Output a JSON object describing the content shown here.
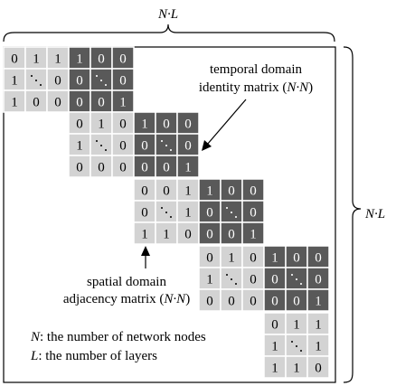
{
  "dimension_labels": {
    "top": "N·L",
    "right": "N·L"
  },
  "annotations": {
    "temporal": {
      "line1": "temporal domain",
      "line2_prefix": "identity matrix (",
      "line2_var": "N·N",
      "line2_suffix": ")"
    },
    "spatial": {
      "line1": "spatial domain",
      "line2_prefix": "adjacency matrix (",
      "line2_var": "N·N",
      "line2_suffix": ")"
    }
  },
  "legend": [
    {
      "var": "N",
      "text": ": the number of network nodes"
    },
    {
      "var": "L",
      "text": ": the number of layers"
    }
  ],
  "dots_glyph": "⋱",
  "colors": {
    "light_cell": "#d3d3d3",
    "dark_cell": "#595959",
    "light_text": "#000000",
    "dark_text": "#ffffff",
    "grid": "#ffffff",
    "frame": "#000000"
  },
  "blocks": [
    {
      "id": "spatial-1",
      "kind": "spatial",
      "cells": [
        [
          "0",
          "1",
          "1"
        ],
        [
          "1",
          "dots",
          "0"
        ],
        [
          "1",
          "0",
          "0"
        ]
      ]
    },
    {
      "id": "temporal-1",
      "kind": "temporal",
      "cells": [
        [
          "1",
          "0",
          "0"
        ],
        [
          "0",
          "dots",
          "0"
        ],
        [
          "0",
          "0",
          "1"
        ]
      ]
    },
    {
      "id": "spatial-2",
      "kind": "spatial",
      "cells": [
        [
          "0",
          "1",
          "0"
        ],
        [
          "1",
          "dots",
          "0"
        ],
        [
          "0",
          "0",
          "0"
        ]
      ]
    },
    {
      "id": "temporal-2",
      "kind": "temporal",
      "cells": [
        [
          "1",
          "0",
          "0"
        ],
        [
          "0",
          "dots",
          "0"
        ],
        [
          "0",
          "0",
          "1"
        ]
      ]
    },
    {
      "id": "spatial-3",
      "kind": "spatial",
      "cells": [
        [
          "0",
          "0",
          "1"
        ],
        [
          "0",
          "dots",
          "1"
        ],
        [
          "1",
          "1",
          "0"
        ]
      ]
    },
    {
      "id": "temporal-3",
      "kind": "temporal",
      "cells": [
        [
          "1",
          "0",
          "0"
        ],
        [
          "0",
          "dots",
          "0"
        ],
        [
          "0",
          "0",
          "1"
        ]
      ]
    },
    {
      "id": "spatial-4",
      "kind": "spatial",
      "cells": [
        [
          "0",
          "1",
          "0"
        ],
        [
          "1",
          "dots",
          "0"
        ],
        [
          "0",
          "0",
          "0"
        ]
      ]
    },
    {
      "id": "temporal-4",
      "kind": "temporal",
      "cells": [
        [
          "1",
          "0",
          "0"
        ],
        [
          "0",
          "dots",
          "0"
        ],
        [
          "0",
          "0",
          "1"
        ]
      ]
    },
    {
      "id": "spatial-5",
      "kind": "spatial",
      "cells": [
        [
          "0",
          "1",
          "1"
        ],
        [
          "1",
          "dots",
          "1"
        ],
        [
          "1",
          "1",
          "0"
        ]
      ]
    }
  ]
}
